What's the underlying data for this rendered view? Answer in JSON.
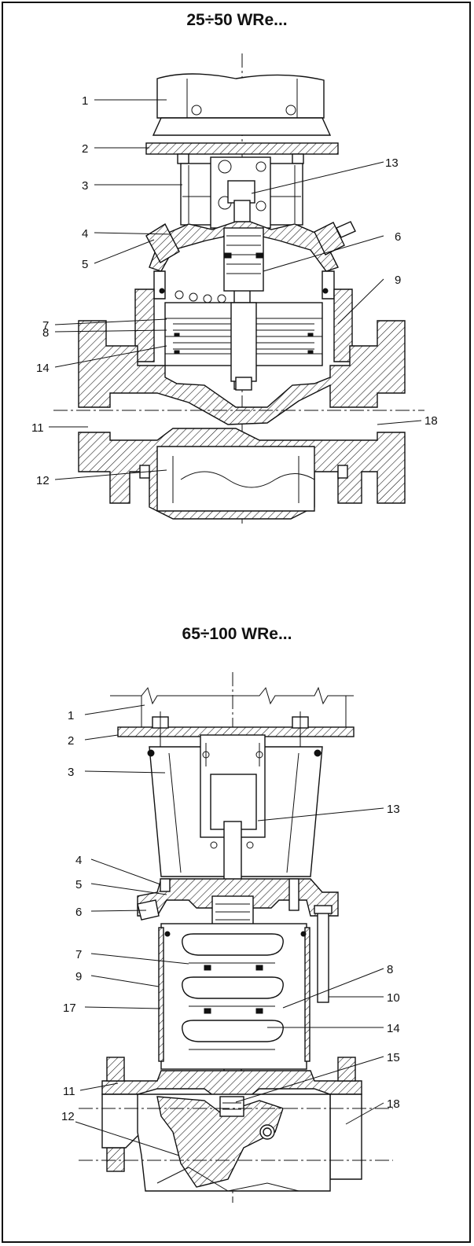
{
  "diagrams": [
    {
      "title": "25÷50 WRe...",
      "labels": [
        "1",
        "2",
        "3",
        "13",
        "4",
        "6",
        "5",
        "9",
        "7",
        "8",
        "14",
        "11",
        "18",
        "12"
      ]
    },
    {
      "title": "65÷100 WRe...",
      "labels": [
        "1",
        "2",
        "3",
        "13",
        "4",
        "5",
        "6",
        "7",
        "9",
        "8",
        "17",
        "10",
        "14",
        "15",
        "11",
        "18",
        "12"
      ]
    }
  ]
}
